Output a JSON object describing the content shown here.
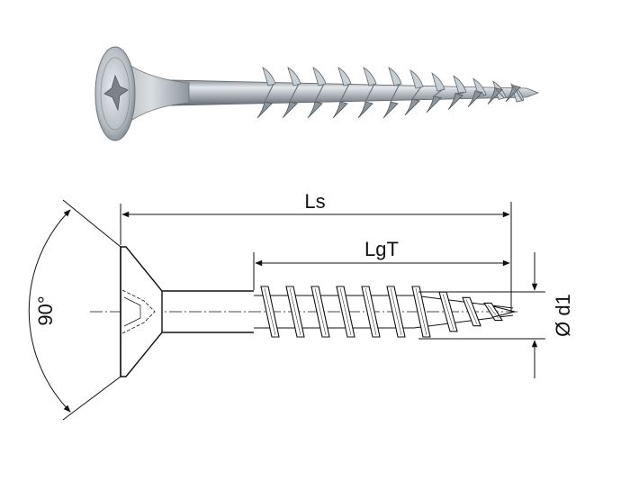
{
  "drawing": {
    "labels": {
      "overall_length": "Ls",
      "thread_length": "LgT",
      "thread_diameter": "Ø d1",
      "head_angle": "90°"
    },
    "colors": {
      "line": "#111111",
      "steel_light": "#d7dde2",
      "steel_mid": "#aab3ba",
      "steel_dark": "#6d767d",
      "background": "#ffffff"
    }
  }
}
